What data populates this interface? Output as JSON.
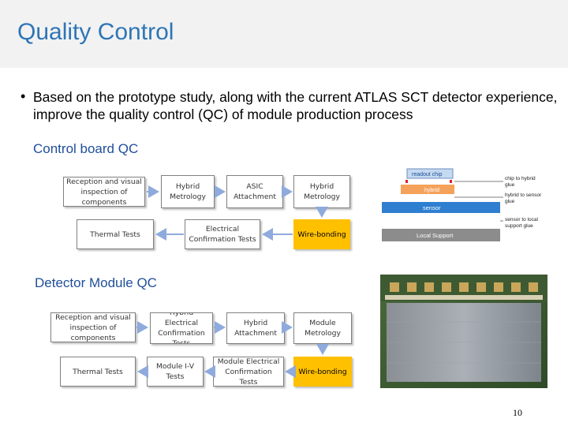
{
  "slide": {
    "title": "Quality Control",
    "bullet": "Based on the prototype study, along with the current ATLAS SCT detector experience, improve the quality control (QC) of module production process",
    "page_number": "10"
  },
  "control_board": {
    "heading": "Control board QC",
    "boxes": {
      "reception": "Reception and visual inspection of components",
      "hybrid_metrology_1": "Hybrid Metrology",
      "asic_attachment": "ASIC Attachment",
      "hybrid_metrology_2": "Hybrid Metrology",
      "thermal_tests": "Thermal Tests",
      "electrical_confirmation": "Electrical Confirmation Tests",
      "wire_bonding": "Wire-bonding"
    }
  },
  "detector_module": {
    "heading": "Detector Module QC",
    "boxes": {
      "reception": "Reception and visual inspection of components",
      "hybrid_electrical": "Hybrid Electrical Confirmation Tests",
      "hybrid_attachment": "Hybrid Attachment",
      "module_metrology": "Module Metrology",
      "thermal_tests": "Thermal Tests",
      "module_iv": "Module I-V Tests",
      "module_electrical": "Module Electrical Confirmation Tests",
      "wire_bonding": "Wire-bonding"
    }
  },
  "stack_diagram": {
    "layers": {
      "readout_chip": "readout chip",
      "hybrid": "hybrid",
      "sensor": "sensor",
      "local_support": "Local Support"
    },
    "labels": {
      "chip_to_hybrid": [
        "chip to hybrid",
        "glue"
      ],
      "hybrid_to_sensor": [
        "hybrid to sensor",
        "glue"
      ],
      "sensor_to_support": [
        "sensor to local",
        "support glue"
      ]
    },
    "colors": {
      "readout_chip": "#c5d9f1",
      "hybrid": "#f4a25a",
      "sensor": "#2f7fd1",
      "local_support": "#8c8c8c"
    }
  },
  "colors": {
    "title": "#2e75b6",
    "heading": "#1f4e9a",
    "wire_bonding": "#ffc000"
  }
}
